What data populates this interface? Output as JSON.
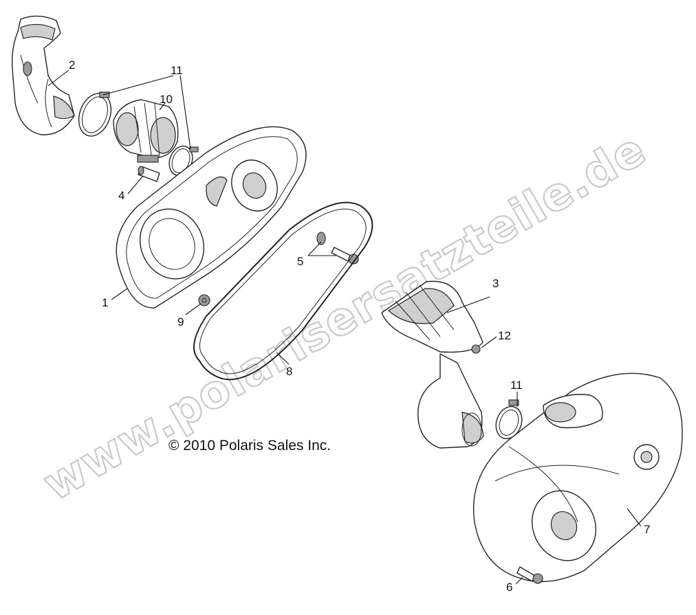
{
  "watermark": {
    "text": "www.polarisersatzteile.de"
  },
  "copyright": {
    "text": "© 2010 Polaris Sales Inc."
  },
  "callouts": [
    {
      "id": "c2",
      "label": "2"
    },
    {
      "id": "c11a",
      "label": "11"
    },
    {
      "id": "c10",
      "label": "10"
    },
    {
      "id": "c4",
      "label": "4"
    },
    {
      "id": "c5",
      "label": "5"
    },
    {
      "id": "c3",
      "label": "3"
    },
    {
      "id": "c1",
      "label": "1"
    },
    {
      "id": "c9",
      "label": "9"
    },
    {
      "id": "c12",
      "label": "12"
    },
    {
      "id": "c8",
      "label": "8"
    },
    {
      "id": "c11b",
      "label": "11"
    },
    {
      "id": "c7",
      "label": "7"
    },
    {
      "id": "c6",
      "label": "6"
    }
  ],
  "icons": {
    "intake_duct": "bent-duct-icon",
    "clamp": "hose-clamp-icon",
    "adapter": "intake-adapter-icon",
    "inner_cover": "inner-clutch-cover-icon",
    "drive_belt": "drive-belt-icon",
    "outer_cover": "outer-clutch-cover-icon",
    "exhaust_duct": "exhaust-duct-icon"
  },
  "colors": {
    "line": "#222222",
    "watermark": "#c9c9c9",
    "shade": "#cfcfcf"
  }
}
